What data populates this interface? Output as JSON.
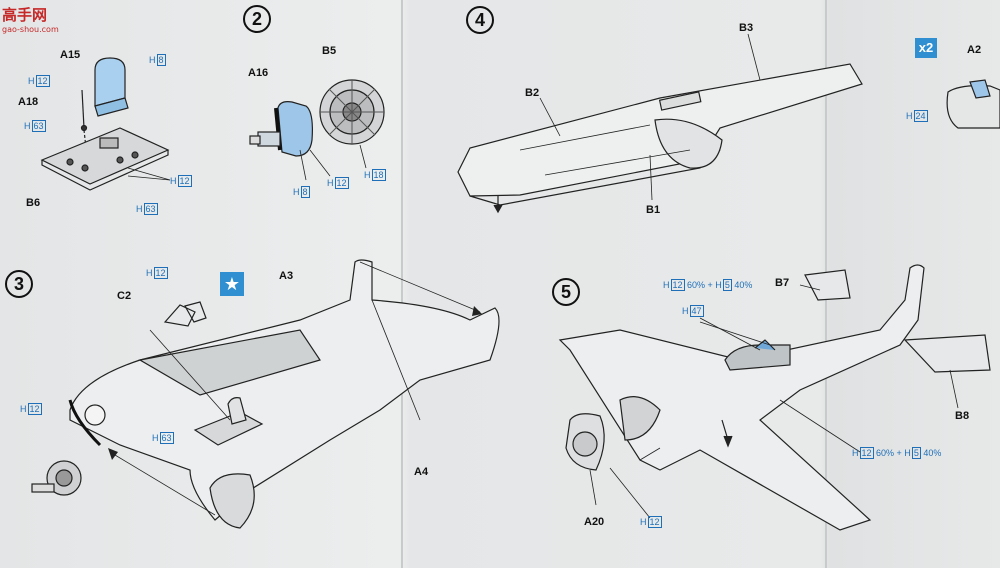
{
  "watermark": {
    "text": "高手网",
    "url": "gao-shou.com"
  },
  "steps": [
    "2",
    "3",
    "4",
    "5"
  ],
  "multiplier": "x2",
  "labels": {
    "A15": "A15",
    "A18": "A18",
    "B6": "B6",
    "A16": "A16",
    "B5": "B5",
    "B2": "B2",
    "B3": "B3",
    "B1": "B1",
    "A2": "A2",
    "C2": "C2",
    "A3": "A3",
    "A4": "A4",
    "B7": "B7",
    "B8": "B8",
    "A20": "A20"
  },
  "color_codes": {
    "h8_a": "H",
    "h8_a_n": "8",
    "h12_a": "H",
    "h12_a_n": "12",
    "h63_a": "H",
    "h63_a_n": "63",
    "h12_b": "H",
    "h12_b_n": "12",
    "h63_b": "H",
    "h63_b_n": "63",
    "h8_b": "H",
    "h8_b_n": "8",
    "h12_c": "H",
    "h12_c_n": "12",
    "h18": "H",
    "h18_n": "18",
    "h24": "H",
    "h24_n": "24",
    "h12_d": "H",
    "h12_d_n": "12",
    "h12_e": "H",
    "h12_e_n": "12",
    "h63_c": "H",
    "h63_c_n": "63",
    "mix_top": {
      "h1": "H",
      "n1": "12",
      "p1": "60% + H",
      "n2": "5",
      "p2": "40%"
    },
    "h47": "H",
    "h47_n": "47",
    "mix_bottom": {
      "h1": "H",
      "n1": "12",
      "p1": "60% + H",
      "n2": "5",
      "p2": "40%"
    },
    "h12_f": "H",
    "h12_f_n": "12"
  },
  "colors": {
    "ink": "#111111",
    "paint_code": "#1e6fb8",
    "accent": "#2f8fd0",
    "paper": "#e6e8e9"
  }
}
